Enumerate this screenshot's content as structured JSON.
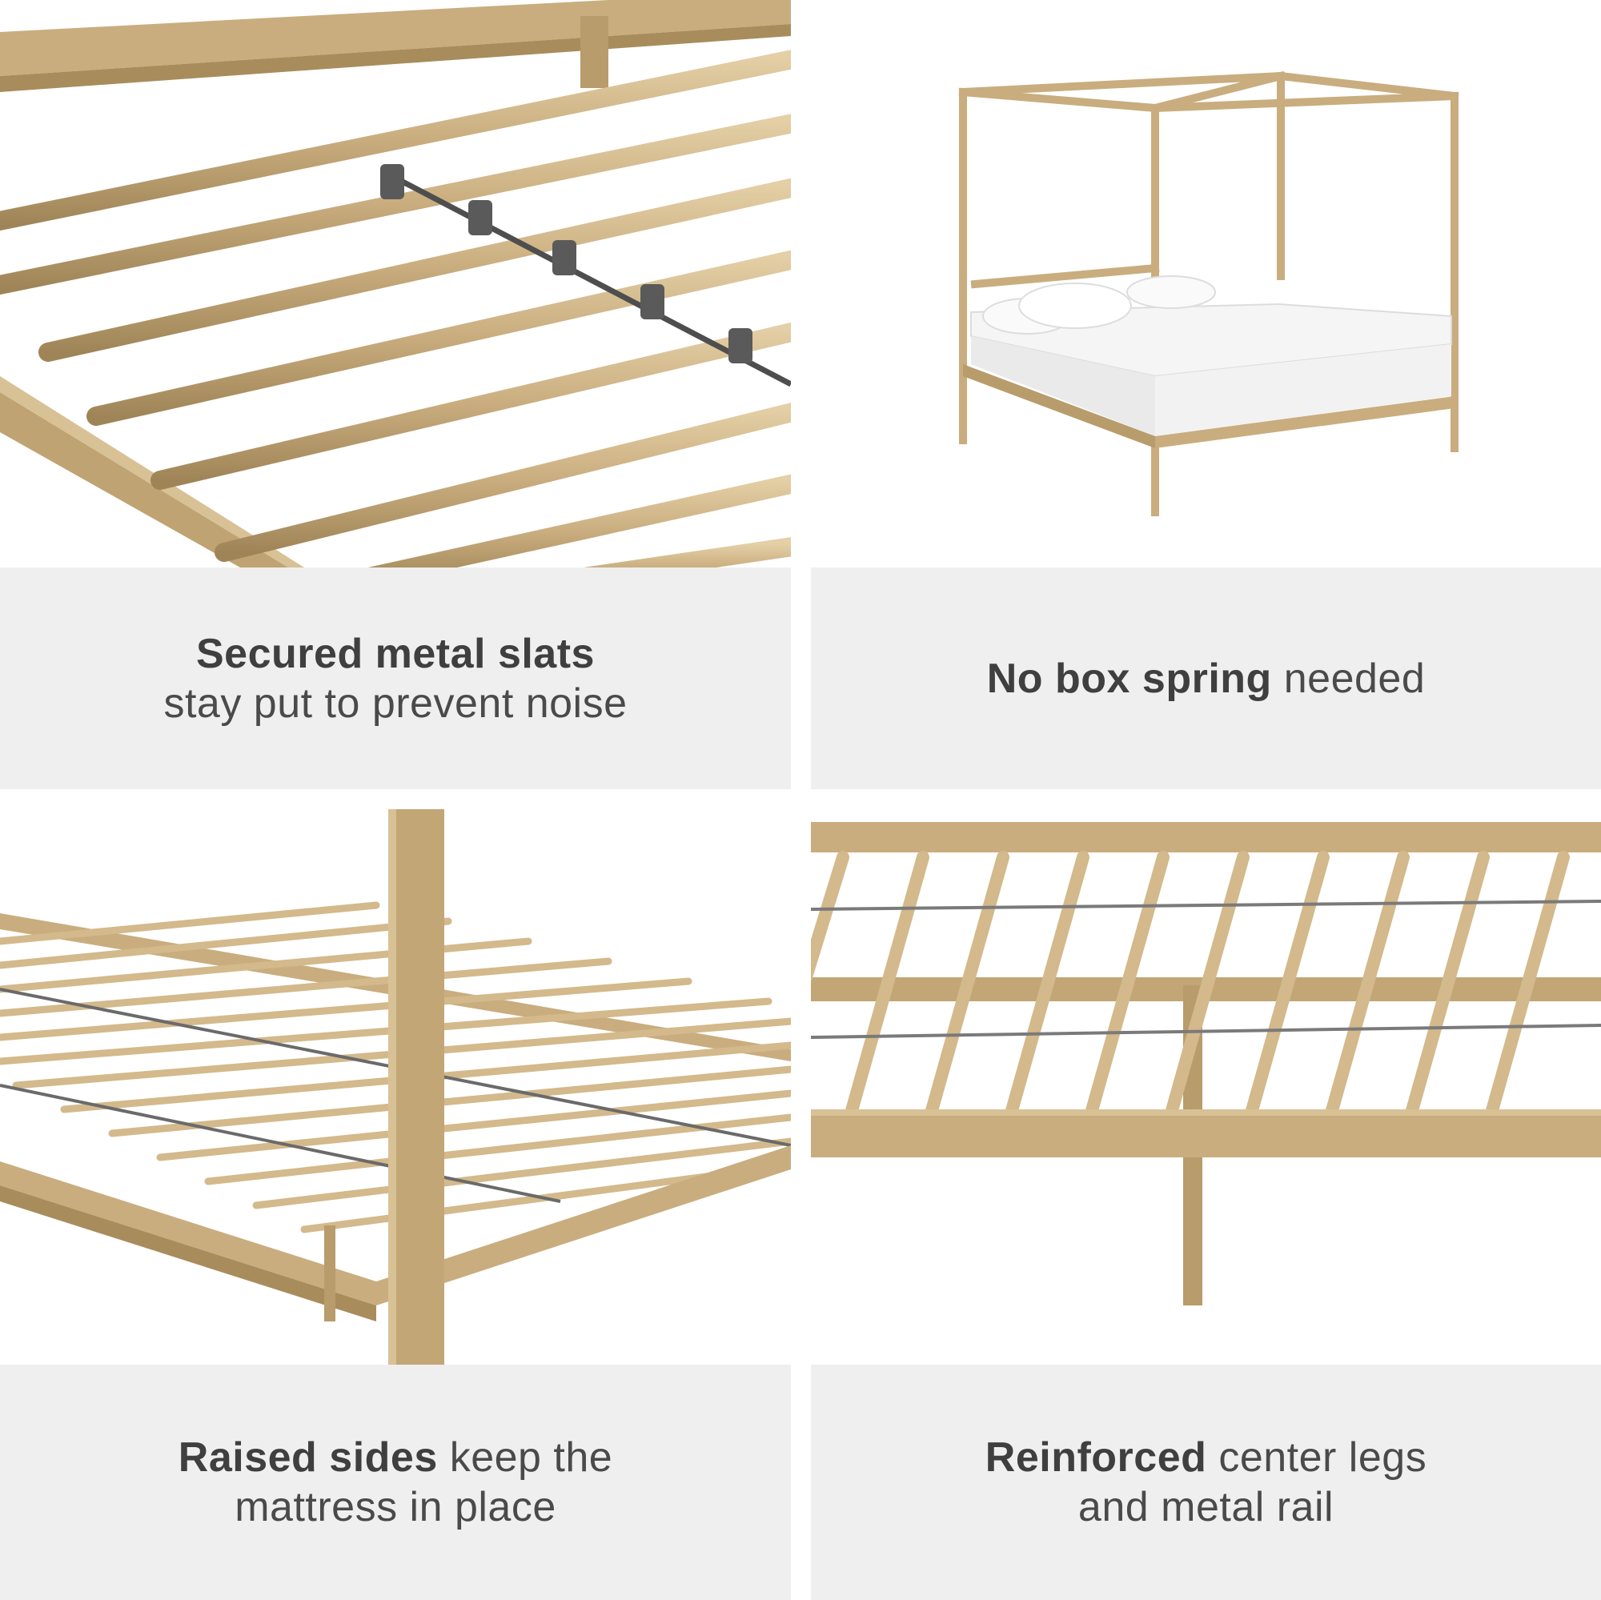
{
  "colors": {
    "panel_bg": "#efefef",
    "text": "#4a4a4a",
    "gold": "#c9ad7e",
    "gold_dark": "#a88c5c",
    "strap": "#4e4e4e"
  },
  "panels": [
    {
      "image": "metal-slats-closeup",
      "caption_bold": "Secured metal slats",
      "caption_rest": "stay put to prevent noise"
    },
    {
      "image": "canopy-bed-with-mattress",
      "caption_bold": "No box spring",
      "caption_rest": " needed"
    },
    {
      "image": "raised-side-rail",
      "caption_bold": "Raised sides",
      "caption_rest": " keep the mattress in place"
    },
    {
      "image": "center-legs-and-rail",
      "caption_bold": "Reinforced",
      "caption_rest": " center legs and metal rail"
    }
  ]
}
